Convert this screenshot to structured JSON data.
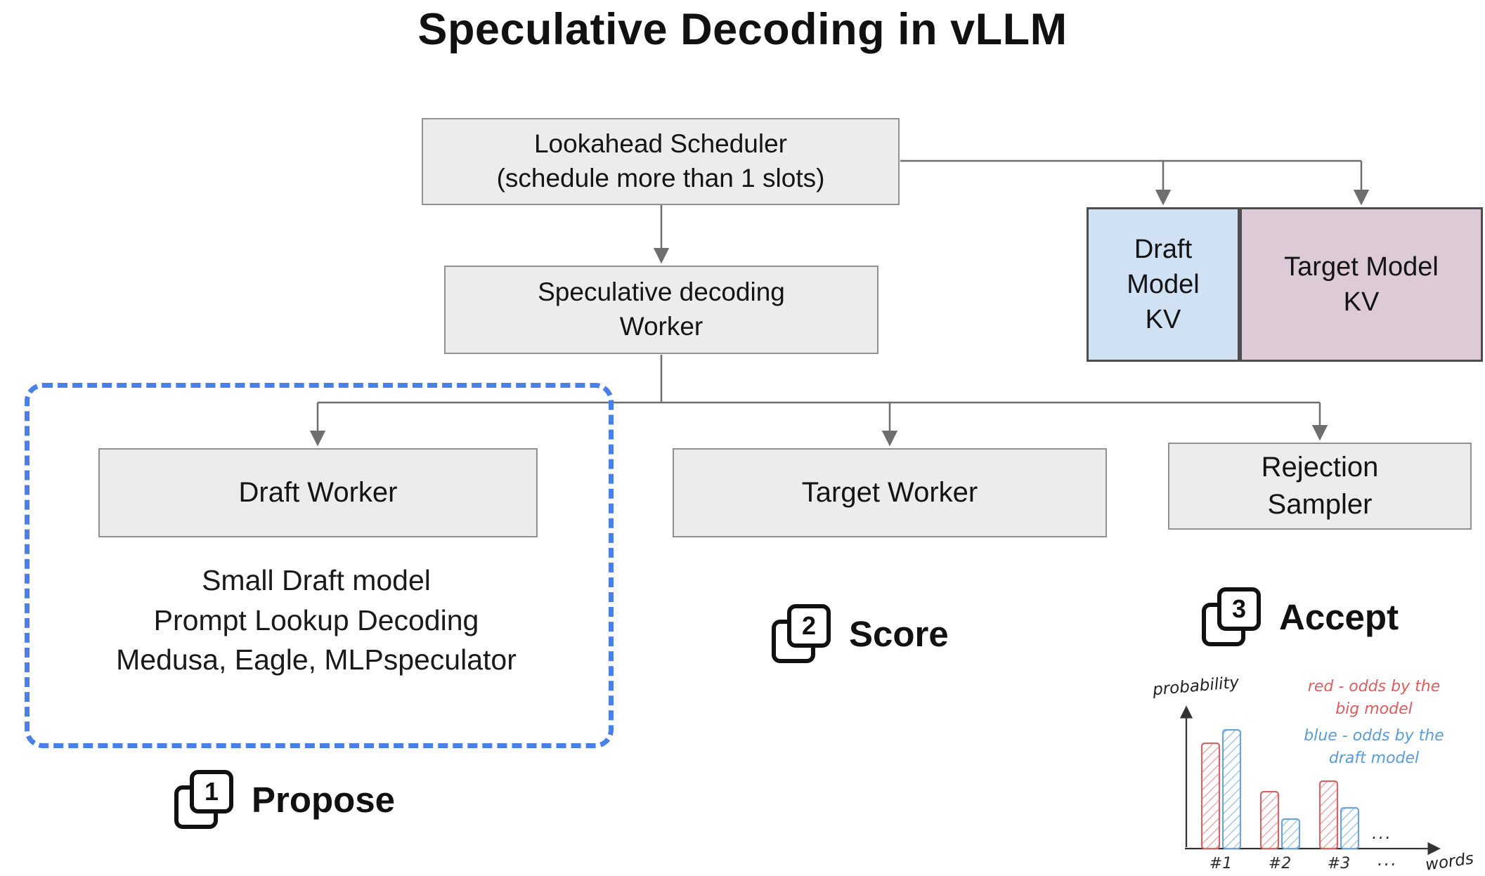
{
  "title": "Speculative Decoding in vLLM",
  "nodes": {
    "lookahead_scheduler": "Lookahead Scheduler\n(schedule more than 1 slots)",
    "speculative_decoding_worker": "Speculative decoding\nWorker",
    "draft_model_kv": "Draft\nModel\nKV",
    "target_model_kv": "Target Model\nKV",
    "draft_worker": "Draft Worker",
    "target_worker": "Target Worker",
    "rejection_sampler": "Rejection\nSampler"
  },
  "draft_methods": "Small Draft model\nPrompt Lookup Decoding\nMedusa, Eagle, MLPspeculator",
  "steps": {
    "propose": {
      "number": "1",
      "label": "Propose"
    },
    "score": {
      "number": "2",
      "label": "Score"
    },
    "accept": {
      "number": "3",
      "label": "Accept"
    }
  },
  "chart": {
    "ylabel": "probability",
    "xlabel": "words",
    "legend_red": "red - odds by the\nbig model",
    "legend_blue": "blue - odds by the\ndraft model",
    "ellipsis": "..."
  },
  "chart_data": {
    "type": "bar",
    "categories": [
      "#1",
      "#2",
      "#3"
    ],
    "series": [
      {
        "name": "red - odds by the big model",
        "color": "#cf6767",
        "values": [
          0.78,
          0.42,
          0.5
        ]
      },
      {
        "name": "blue - odds by the draft model",
        "color": "#6fa3d6",
        "values": [
          0.88,
          0.22,
          0.3
        ]
      }
    ],
    "title": "",
    "xlabel": "words",
    "ylabel": "probability",
    "ylim": [
      0,
      1
    ],
    "grid": false,
    "legend_position": "top-right"
  },
  "colors": {
    "box_fill": "#ececec",
    "box_border": "#919191",
    "draft_kv_fill": "#cfe1f3",
    "target_kv_fill": "#dccad7",
    "dashed_border": "#4b7fe8",
    "connector": "#6e6e6e",
    "legend_red": "#e05c5c",
    "legend_blue": "#5b9bd8"
  }
}
